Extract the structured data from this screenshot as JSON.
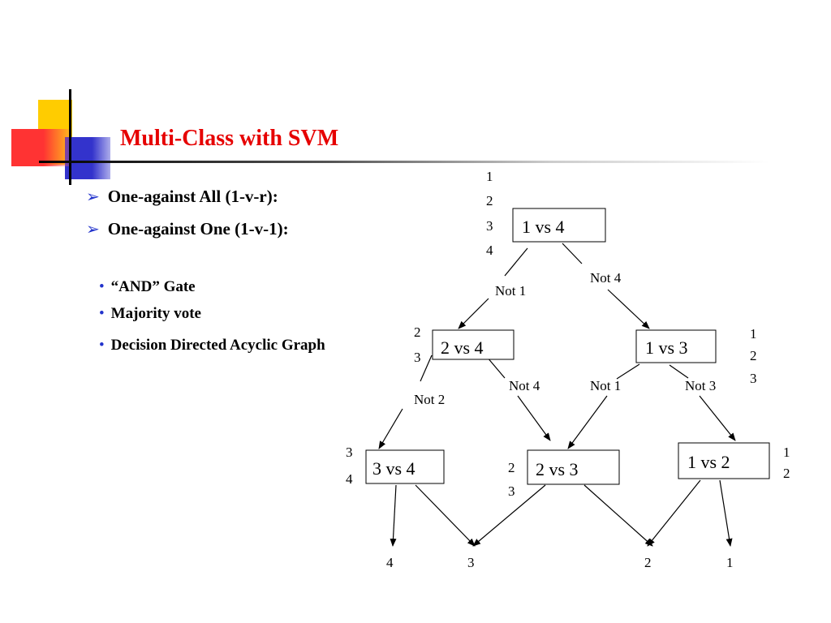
{
  "slide": {
    "title": "Multi-Class with SVM",
    "bullets": [
      "One-against All (1-v-r):",
      "One-against One (1-v-1):"
    ],
    "sub_bullets": [
      "“AND” Gate",
      "Majority vote",
      "Decision Directed Acyclic Graph"
    ]
  },
  "diagram": {
    "nodes": {
      "n14": "1 vs 4",
      "n24": "2 vs 4",
      "n13": "1 vs 3",
      "n34": "3 vs 4",
      "n23": "2 vs 3",
      "n12": "1 vs 2"
    },
    "edge_labels": {
      "not1_top": "Not 1",
      "not4_top": "Not 4",
      "not2_mid": "Not 2",
      "not4_mid": "Not 4",
      "not1_mid": "Not 1",
      "not3_mid": "Not 3"
    },
    "class_sets": {
      "n14": [
        "1",
        "2",
        "3",
        "4"
      ],
      "n24": [
        "2",
        "3"
      ],
      "n13": [
        "1",
        "2",
        "3"
      ],
      "n34": [
        "3",
        "4"
      ],
      "n23": [
        "2",
        "3"
      ],
      "n12": [
        "1",
        "2"
      ]
    },
    "outputs": [
      "4",
      "3",
      "2",
      "1"
    ]
  }
}
